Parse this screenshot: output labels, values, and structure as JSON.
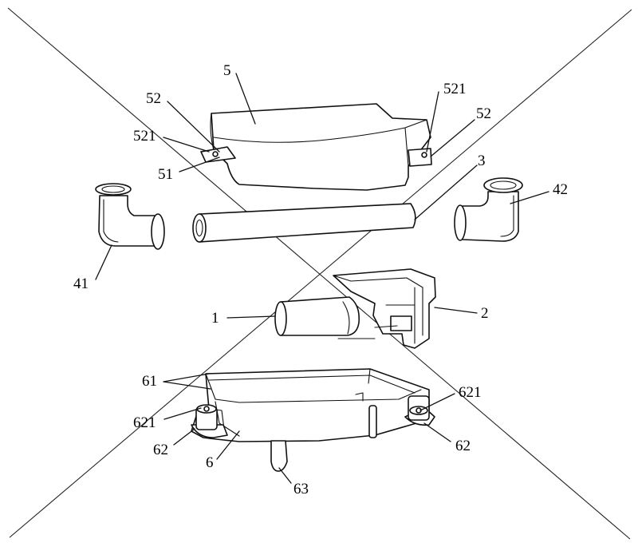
{
  "callouts": {
    "c1": "1",
    "c2": "2",
    "c3": "3",
    "c41": "41",
    "c42": "42",
    "c5": "5",
    "c51": "51",
    "c52_left": "52",
    "c52_right": "52",
    "c521_left": "521",
    "c521_right": "521",
    "c6": "6",
    "c61": "61",
    "c62_left": "62",
    "c62_right": "62",
    "c621_left": "621",
    "c621_right": "621",
    "c63": "63"
  }
}
